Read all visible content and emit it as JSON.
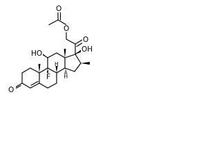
{
  "structure": {
    "atom_labels": {
      "acetyl_methyl_carbon": "O",
      "ester_oxygen": "O",
      "c20_ketone": "O",
      "c17_hydroxyl": "OH",
      "c11_hydroxyl": "HO",
      "c3_ketone": "O",
      "c9_fluorine": "F"
    },
    "stereo_h_labels": {
      "c8": "H",
      "c14": "H"
    }
  }
}
